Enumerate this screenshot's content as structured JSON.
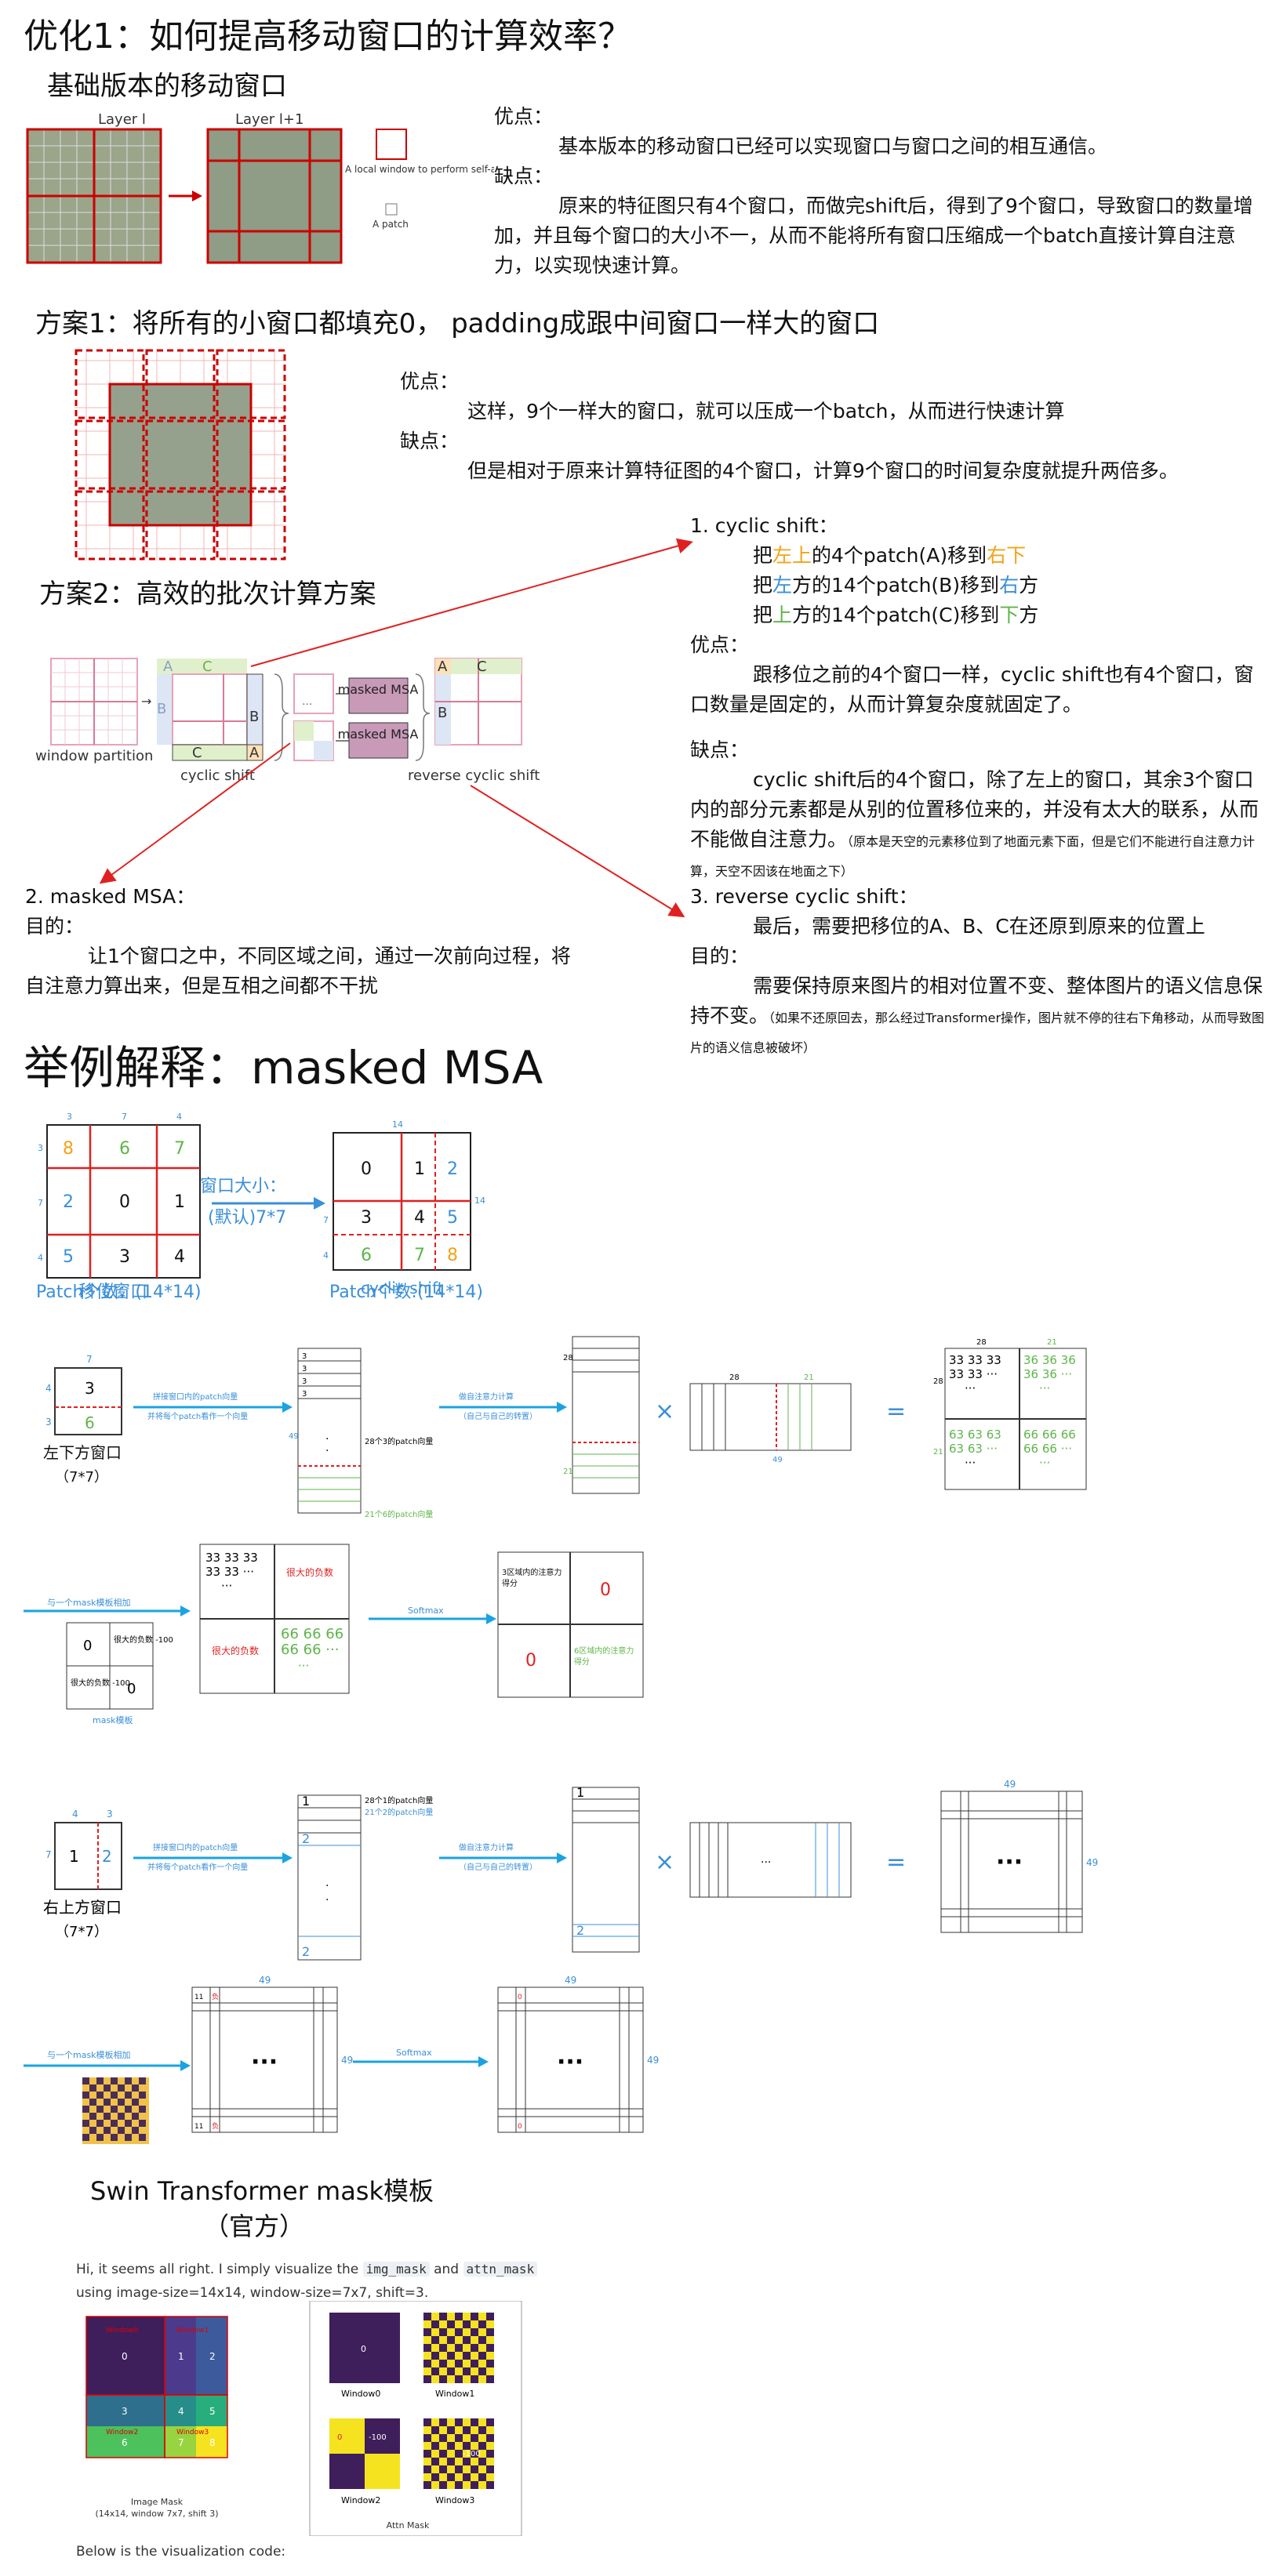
{
  "title": "优化1：如何提高移动窗口的计算效率？",
  "basic": {
    "heading": "基础版本的移动窗口",
    "layer_l": "Layer l",
    "layer_l1": "Layer l+1",
    "local_window_label": "A local window to perform self-attention",
    "patch_label": "A patch",
    "pros_label": "优点：",
    "pros_text": "基本版本的移动窗口已经可以实现窗口与窗口之间的相互通信。",
    "cons_label": "缺点：",
    "cons_text": "原来的特征图只有4个窗口，而做完shift后，得到了9个窗口，导致窗口的数量增加，并且每个窗口的大小不一，从而不能将所有窗口压缩成一个batch直接计算自注意力，以实现快速计算。"
  },
  "plan1": {
    "heading": "方案1：将所有的小窗口都填充0， padding成跟中间窗口一样大的窗口",
    "pros_label": "优点：",
    "pros_text": "这样，9个一样大的窗口，就可以压成一个batch，从而进行快速计算",
    "cons_label": "缺点：",
    "cons_text": "但是相对于原来计算特征图的4个窗口，计算9个窗口的时间复杂度就提升两倍多。"
  },
  "plan2": {
    "heading": "方案2：高效的批次计算方案",
    "window_partition": "window partition",
    "cyclic_shift": "cyclic shift",
    "reverse_cyclic_shift": "reverse cyclic shift",
    "masked_msa": "masked MSA",
    "letters": {
      "a": "A",
      "b": "B",
      "c": "C"
    },
    "step1_title": "1. cyclic shift：",
    "step1_lines": [
      {
        "pre": "把",
        "c1": "左上",
        "mid": "的4个patch(A)移到",
        "c2": "右下",
        "post": ""
      },
      {
        "pre": "把",
        "c1": "左",
        "mid": "方的14个patch(B)移到",
        "c2": "右",
        "post": "方"
      },
      {
        "pre": "把",
        "c1": "上",
        "mid": "方的14个patch(C)移到",
        "c2": "下",
        "post": "方"
      }
    ],
    "step1_pros_label": "优点：",
    "step1_pros_text": "跟移位之前的4个窗口一样，cyclic shift也有4个窗口，窗口数量是固定的，从而计算复杂度就固定了。",
    "step1_cons_label": "缺点：",
    "step1_cons_text": "cyclic shift后的4个窗口，除了左上的窗口，其余3个窗口内的部分元素都是从别的位置移位来的，并没有太大的联系，从而不能做自注意力。",
    "step1_cons_note": "（原本是天空的元素移位到了地面元素下面，但是它们不能进行自注意力计算，天空不因该在地面之下）",
    "step2_title": "2. masked MSA：",
    "step2_goal_label": "目的：",
    "step2_goal_text": "让1个窗口之中，不同区域之间，通过一次前向过程，将自注意力算出来，但是互相之间都不干扰",
    "step3_title": "3. reverse cyclic shift：",
    "step3_text": "最后，需要把移位的A、B、C在还原到原来的位置上",
    "step3_goal_label": "目的：",
    "step3_goal_text": "需要保持原来图片的相对位置不变、整体图片的语义信息保持不变。",
    "step3_note": "（如果不还原回去，那么经过Transformer操作，图片就不停的往右下角移动，从而导致图片的语义信息被破坏）"
  },
  "example": {
    "heading": "举例解释：masked MSA",
    "grid_left_cells": [
      "8",
      "6",
      "7",
      "2",
      "0",
      "1",
      "5",
      "3",
      "4"
    ],
    "grid_left_top_nums": [
      "3",
      "7",
      "4"
    ],
    "grid_left_side_nums": [
      "3",
      "7",
      "4"
    ],
    "grid_left_caption1": "移位窗口",
    "grid_left_caption2": "Patch个数：(14*14)",
    "arrow_label1": "窗口大小：",
    "arrow_label2": "(默认)7*7",
    "grid_right_cells": [
      "0",
      "1",
      "2",
      "3",
      "4",
      "5",
      "6",
      "7",
      "8"
    ],
    "grid_right_top_num": "14",
    "grid_right_side_num": "14",
    "grid_right_side_small": [
      "7",
      "4"
    ],
    "grid_right_caption1": "cyclic shift",
    "grid_right_caption2": "Patch个数:(14*14)"
  },
  "bl_window": {
    "label": "左下方窗口",
    "size": "（7*7）",
    "cell_top": "3",
    "cell_bottom": "6",
    "dim_top": "7",
    "dim_a": "4",
    "dim_b": "3",
    "arrow1_a": "拼接窗口内的patch向量",
    "arrow1_b": "并将每个patch看作一个向量",
    "col_nums": [
      "3",
      "3",
      "3",
      "3"
    ],
    "col_side": "49",
    "col_note1": "28个3的patch向量",
    "col_note2": "21个6的patch向量",
    "arrow2_a": "做自注意力计算",
    "arrow2_b": "（自己与自己的转置）",
    "col2_side_top": "28",
    "col2_side_bottom": "21",
    "row_top_a": "28",
    "row_top_b": "21",
    "row_bottom": "49",
    "times": "×",
    "equals": "=",
    "res_top": "28",
    "res_top2": "21",
    "res_side_top": "28",
    "res_side_bottom": "21",
    "res_q1": [
      "33 33 33",
      "33 33 ···",
      "···"
    ],
    "res_q2": [
      "36 36 36",
      "36 36 ···",
      "···"
    ],
    "res_q3": [
      "63 63 63",
      "63 63 ···",
      "···"
    ],
    "res_q4": [
      "66 66 66",
      "66 66 ···",
      "···"
    ]
  },
  "bl_mask": {
    "mask_arrow": "与一个mask模板相加",
    "mask_cells": [
      "0",
      "很大的负数 -100",
      "很大的负数 -100",
      "0"
    ],
    "mask_label": "mask模板",
    "big_q1": [
      "33 33 33",
      "33 33 ···",
      "···"
    ],
    "big_q2": "很大的负数",
    "big_q3": "很大的负数",
    "big_q4": [
      "66 66 66",
      "66 66 ···",
      "···"
    ],
    "softmax": "Softmax",
    "res_q1": "3区域内的注意力得分",
    "res_q2": "0",
    "res_q3": "0",
    "res_q4": "6区域内的注意力得分"
  },
  "tr_window": {
    "label": "右上方窗口",
    "size": "（7*7）",
    "cell_left": "1",
    "cell_right": "2",
    "dim_a": "4",
    "dim_b": "3",
    "dim_side": "7",
    "arrow1_a": "拼接窗口内的patch向量",
    "arrow1_b": "并将每个patch看作一个向量",
    "col_note1": "28个1的patch向量",
    "col_note2": "21个2的patch向量",
    "arrow2_a": "做自注意力计算",
    "arrow2_b": "（自己与自己的转置）",
    "times": "×",
    "equals": "=",
    "res_top": "49",
    "res_side": "49",
    "dots": "···",
    "col_vals": [
      "1",
      "2"
    ]
  },
  "tr_mask": {
    "mask_arrow": "与一个mask模板相加",
    "softmax": "Softmax",
    "top_num": "49",
    "side_num": "49",
    "dots": "···",
    "cell_a": "11",
    "cell_b": "负",
    "cell_c": "0"
  },
  "official": {
    "heading1": "Swin Transformer mask模板",
    "heading2": "（官方）",
    "intro_a": "Hi, it seems all right. I simply visualize the",
    "code1": "img_mask",
    "intro_b": "and",
    "code2": "attn_mask",
    "intro_c": "using image-size=14x14, window-size=7x7, shift=3.",
    "img_mask_cells": [
      "0",
      "1",
      "2",
      "3",
      "4",
      "5",
      "6",
      "7",
      "8"
    ],
    "window_labels": [
      "Window0",
      "Window1",
      "Window2",
      "Window3"
    ],
    "img_mask_caption": "Image Mask\n(14x14, window 7x7, shift 3)",
    "attn_mask_caption": "Attn Mask",
    "attn_vals": [
      "0",
      "0",
      "-100",
      "-100"
    ],
    "footer": "Below is the visualization code:"
  },
  "colors": {
    "red": "#e02020",
    "blue": "#3a8fd8",
    "orange": "#f3a318",
    "green": "#5eb54a",
    "mask_purple": "#c89ab8"
  }
}
